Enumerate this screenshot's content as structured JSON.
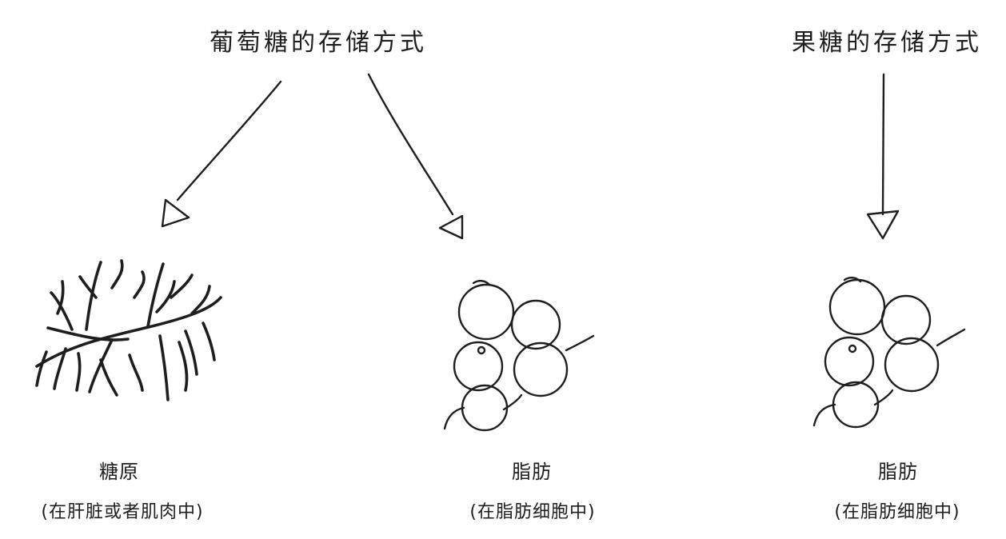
{
  "headings": {
    "glucose": "葡萄糖的存储方式",
    "fructose": "果糖的存储方式"
  },
  "labels": {
    "glycogen": {
      "title": "糖原",
      "note": "(在肝脏或者肌肉中)"
    },
    "fat_from_glucose": {
      "title": "脂肪",
      "note": "(在脂肪细胞中)"
    },
    "fat_from_fructose": {
      "title": "脂肪",
      "note": "(在脂肪细胞中)"
    }
  }
}
